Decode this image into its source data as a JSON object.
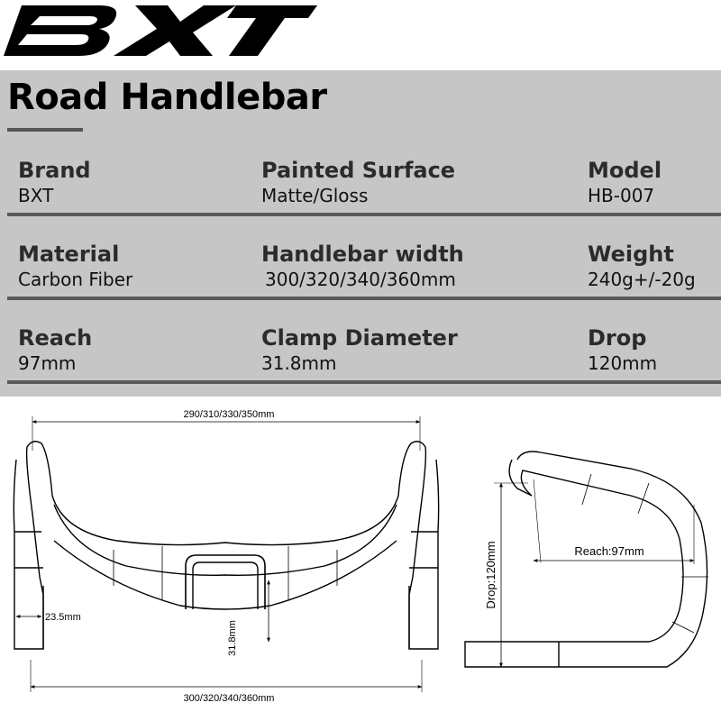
{
  "brand_logo": "BXT",
  "title": "Road Handlebar",
  "specs": [
    [
      {
        "label": "Brand",
        "value": "BXT"
      },
      {
        "label": "Painted Surface",
        "value": "Matte/Gloss"
      },
      {
        "label": "Model",
        "value": "HB-007"
      }
    ],
    [
      {
        "label": "Material",
        "value": "Carbon Fiber"
      },
      {
        "label": "Handlebar width",
        "value": "300/320/340/360mm"
      },
      {
        "label": "Weight",
        "value": "240g+/-20g"
      }
    ],
    [
      {
        "label": "Reach",
        "value": "97mm"
      },
      {
        "label": "Clamp Diameter",
        "value": "31.8mm"
      },
      {
        "label": "Drop",
        "value": "120mm"
      }
    ]
  ],
  "drawing": {
    "top_width": "290/310/330/350mm",
    "bottom_width": "300/320/340/360mm",
    "bar_end_diameter": "23.5mm",
    "clamp_diameter": "31.8mm",
    "drop": "Drop:120mm",
    "reach": "Reach:97mm"
  },
  "colors": {
    "panel": "#c6c6c6",
    "rule": "#5a5a5a",
    "logo": "#000000"
  }
}
